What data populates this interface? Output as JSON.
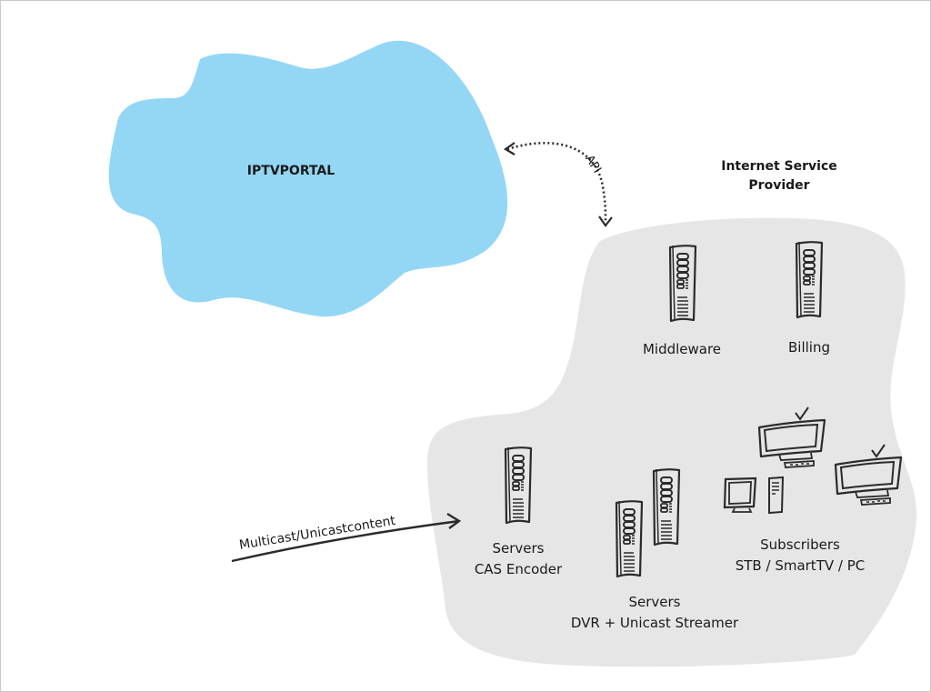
{
  "diagram": {
    "portal": {
      "label": "IPTVPORTAL",
      "color": "#93d7f5"
    },
    "api_link": {
      "label": "API"
    },
    "isp": {
      "title_line1": "Internet Service",
      "title_line2": "Provider",
      "color": "#e6e6e6"
    },
    "nodes": {
      "middleware": {
        "label": "Middleware"
      },
      "billing": {
        "label": "Billing"
      },
      "cas_encoder": {
        "line1": "Servers",
        "line2": "CAS Encoder"
      },
      "dvr_streamer": {
        "line1": "Servers",
        "line2": "DVR + Unicast Streamer"
      },
      "subscribers": {
        "line1": "Subscribers",
        "line2": "STB / SmartTV / PC"
      }
    },
    "input_arrow": {
      "label": "Multicast/Unicastcontent"
    },
    "stroke_color": "#2b2b2b"
  }
}
